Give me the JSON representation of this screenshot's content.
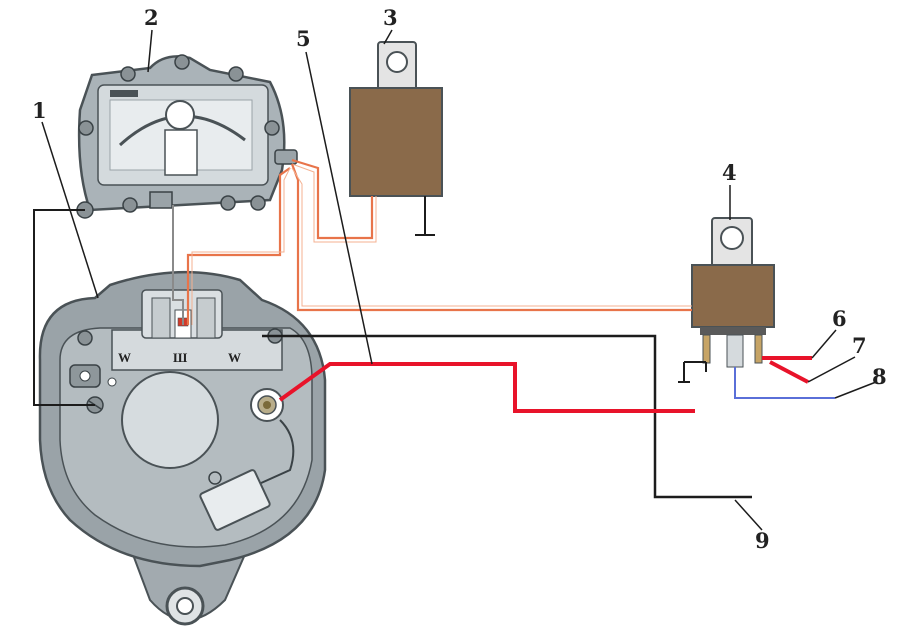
{
  "labels": {
    "callout_1": "1",
    "callout_2": "2",
    "callout_3": "3",
    "callout_4": "4",
    "callout_5": "5",
    "callout_6": "6",
    "callout_7": "7",
    "callout_8": "8",
    "callout_9": "9"
  },
  "terminals": {
    "w_left": "W",
    "center": "Ш",
    "w_right": "W"
  },
  "colors": {
    "background": "#ffffff",
    "alternator_body": "#9aa3a8",
    "alternator_outline": "#4a5256",
    "alternator_inner": "#c9d0d3",
    "regulator_body": "#aab3b8",
    "relay_body": "#8a6a4a",
    "relay_bracket": "#e4e4e4",
    "wire_orange": "#e8744a",
    "wire_red": "#e8132a",
    "wire_black": "#1c1c1c",
    "wire_blue": "#5a6fd8",
    "wire_gray": "#8a8a8a"
  }
}
